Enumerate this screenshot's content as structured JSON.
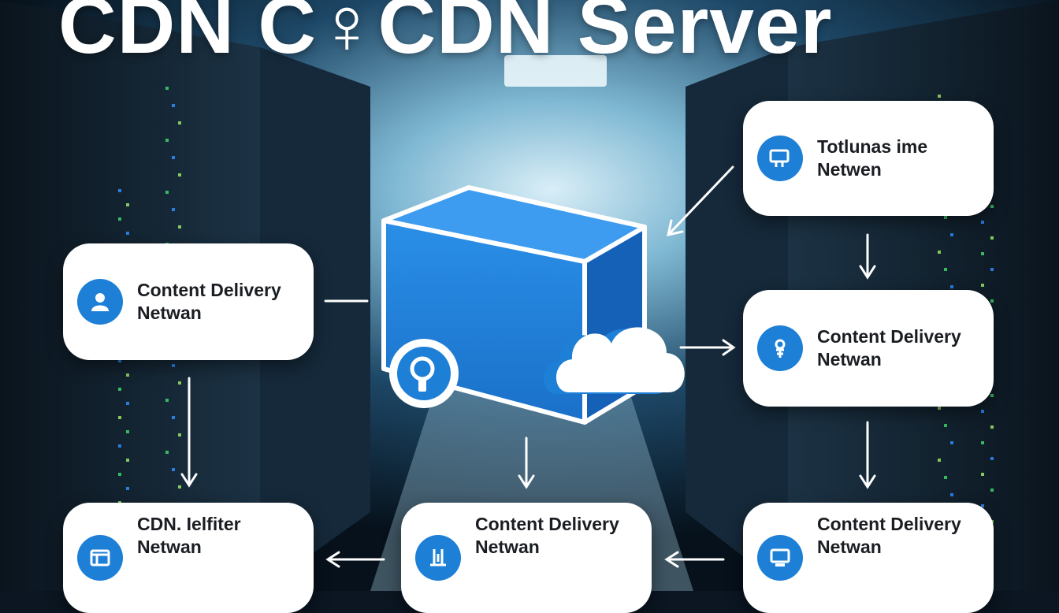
{
  "title": "CDN C♀CDN Server",
  "colors": {
    "accent_blue": "#1d7fd6",
    "node_fill": "#ffffff",
    "node_text": "#1a1d22",
    "background_dark": "#0b1622"
  },
  "nodes": {
    "top_right": {
      "line1": "Totlunas ime",
      "line2": "Netwen",
      "icon": "monitor-pen-icon"
    },
    "middle_left": {
      "line1": "Content Delivery",
      "line2": "Netwan",
      "icon": "user-icon"
    },
    "middle_right": {
      "line1": "Content Delivery",
      "line2": "Netwan",
      "icon": "plug-icon"
    },
    "bottom_left": {
      "line1": "CDN. Ielfiter",
      "line2": "Netwan",
      "icon": "window-icon"
    },
    "bottom_center": {
      "line1": "Content Delivery",
      "line2": "Netwan",
      "icon": "server-rack-icon"
    },
    "bottom_right": {
      "line1": "Content Delivery",
      "line2": "Netwan",
      "icon": "display-icon"
    }
  },
  "center": {
    "icon": "cube-server-icon",
    "badges": [
      "lightbulb-icon",
      "cloud-icon"
    ]
  }
}
